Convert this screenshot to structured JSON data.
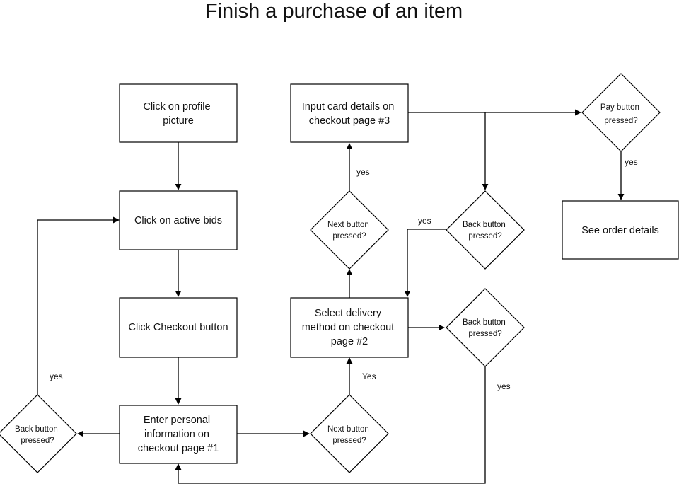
{
  "title": "Finish a purchase of an item",
  "nodes": {
    "profile": [
      "Click on profile",
      "picture"
    ],
    "active_bids": [
      "Click on active bids"
    ],
    "checkout": [
      "Click Checkout button"
    ],
    "personal": [
      "Enter personal",
      "information on",
      "checkout page #1"
    ],
    "back1": [
      "Back button",
      "pressed?"
    ],
    "next1": [
      "Next button",
      "pressed?"
    ],
    "delivery": [
      "Select delivery",
      "method on checkout",
      "page #2"
    ],
    "back2": [
      "Back button",
      "pressed?"
    ],
    "next2": [
      "Next button",
      "pressed?"
    ],
    "card": [
      "Input card details on",
      "checkout page #3"
    ],
    "back3": [
      "Back button",
      "pressed?"
    ],
    "pay": [
      "Pay button",
      "pressed?"
    ],
    "order": [
      "See order details"
    ]
  },
  "edge_labels": {
    "back1_yes": "yes",
    "next1_yes": "Yes",
    "back2_yes": "yes",
    "next2_yes": "yes",
    "back3_yes": "yes",
    "pay_yes": "yes"
  }
}
